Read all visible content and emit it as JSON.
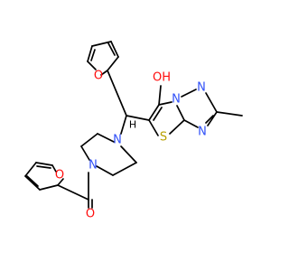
{
  "structure": {
    "atom_labels": {
      "hydroxyl": "OH",
      "hydrogen": "H",
      "furan_top_o": "O",
      "furan_bottom_o": "O",
      "carbonyl_o": "O",
      "piperazine_n_top": "N",
      "piperazine_n_bottom": "N",
      "sulfur": "S",
      "triazole_n_bridge": "N",
      "triazole_n_top": "N",
      "triazole_n_bottom": "N"
    },
    "colors": {
      "oxygen": "#ff0d0d",
      "nitrogen": "#3050f8",
      "sulfur": "#b8a000",
      "carbon": "#000000"
    }
  }
}
